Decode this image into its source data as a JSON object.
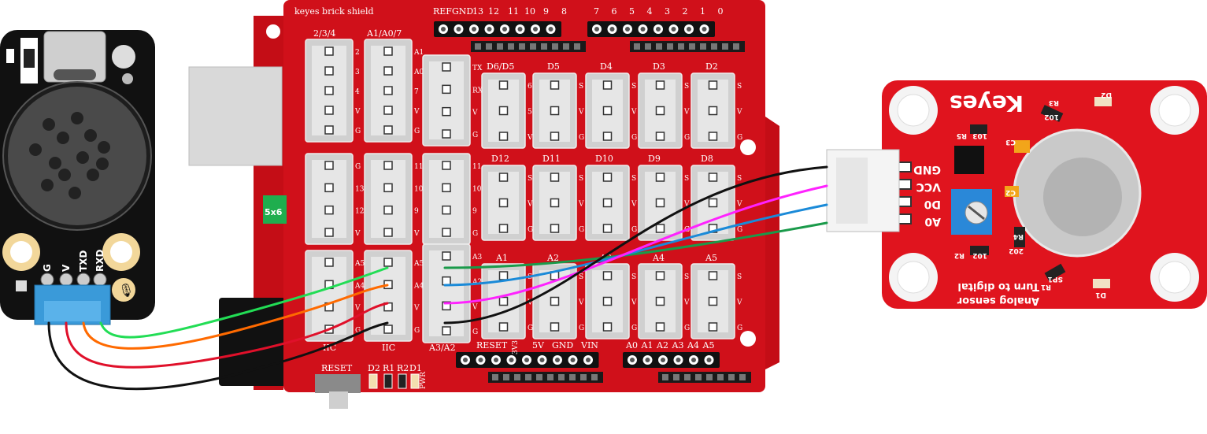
{
  "colors": {
    "board_red": "#d0101a",
    "board_dark_red": "#a80c14",
    "module_black": "#111111",
    "port_grey": "#cfcfcf",
    "pin_header": "#333333",
    "connector_blue": "#3a9ad9",
    "pad_gold": "#f2d79a",
    "wire_green_light": "#22dd55",
    "wire_orange": "#ff6a00",
    "wire_red": "#e0102a",
    "wire_black": "#111111",
    "wire_green": "#1a9a4a",
    "wire_blue": "#1a8ad8",
    "wire_magenta": "#ff22ff"
  },
  "shield": {
    "title": "keyes brick shield",
    "header_top_left": [
      "REF",
      "GND",
      "13",
      "12",
      "11",
      "10",
      "9",
      "8"
    ],
    "header_top_right": [
      "7",
      "6",
      "5",
      "4",
      "3",
      "2",
      "1",
      "0"
    ],
    "port_row1_labels": [
      "2/3/4",
      "A1/A0/7"
    ],
    "port_row1_pins_a": [
      "2",
      "3",
      "4",
      "V",
      "G"
    ],
    "port_row1_pins_b": [
      "A1",
      "A0",
      "7",
      "V",
      "G"
    ],
    "port_tx_pins": [
      "TX",
      "RX",
      "V",
      "G"
    ],
    "row1_ports": [
      "D6/D5",
      "D5",
      "D4",
      "D3",
      "D2"
    ],
    "row1_ports_pins_first": [
      "6",
      "5",
      "V",
      "G"
    ],
    "row1_ports_pins": [
      "S",
      "V",
      "G"
    ],
    "row2_pins_a": [
      "G",
      "13",
      "12",
      "V"
    ],
    "row2_pins_b": [
      "11",
      "10",
      "9",
      "V"
    ],
    "row2_pins_c": [
      "11",
      "10",
      "9",
      "G"
    ],
    "row2_ports": [
      "D12",
      "D11",
      "D10",
      "D9",
      "D8"
    ],
    "row3_pins_iic": [
      "A5",
      "A4",
      "V",
      "G"
    ],
    "row3_pins_a3": [
      "A3",
      "A2",
      "V",
      "G"
    ],
    "row3_ports": [
      "A1",
      "A2",
      "A3",
      "A4",
      "A5"
    ],
    "label_iic": "IIC",
    "label_a3a2": "A3/A2",
    "bottom_header_left": [
      "RESET",
      "3V3",
      "5V",
      "GND",
      "VIN"
    ],
    "bottom_header_right": [
      "A0",
      "A1",
      "A2",
      "A3",
      "A4",
      "A5"
    ],
    "reset_label": "RESET",
    "led_labels": [
      "D2",
      "R1",
      "R2",
      "D1"
    ],
    "pwr_label": "PWR",
    "fuse_label": "5x6"
  },
  "voice_module": {
    "pin_labels": [
      "G",
      "V",
      "TXD",
      "RXD"
    ]
  },
  "gas_module": {
    "brand": "Keyes",
    "pins": [
      "GND",
      "VCC",
      "D0",
      "A0"
    ],
    "caption_line1": "Analog sensor",
    "caption_line2": "Turn to digital",
    "parts": [
      "R3",
      "D2",
      "R5",
      "103",
      "C3",
      "C2",
      "R4",
      "R2",
      "102",
      "R1",
      "D1",
      "102",
      "202",
      "SP1"
    ]
  }
}
